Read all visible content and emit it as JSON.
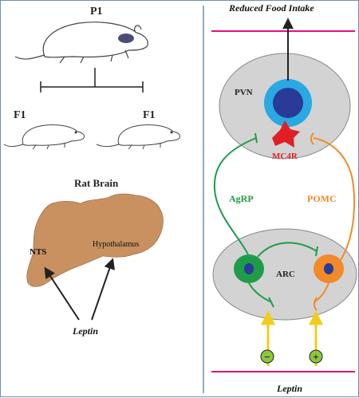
{
  "left_panel": {
    "parent_generation": "P1",
    "offspring_left": "F1",
    "offspring_right": "F1",
    "brain_title": "Rat Brain",
    "region_nts": "NTS",
    "region_hypothalamus": "Hypothalamus",
    "hormone": "Leptin"
  },
  "right_panel": {
    "top_output": "Reduced Food Intake",
    "nucleus_top": "PVN",
    "receptor": "MC4R",
    "pathway_left": "AgRP",
    "pathway_right": "POMC",
    "nucleus_bottom": "ARC",
    "sign_minus": "−",
    "sign_plus": "+",
    "bottom_input": "Leptin"
  },
  "colors": {
    "panel_border": "#6f8fb0",
    "nucleus_fill": "#d3d3d3",
    "membrane_line": "#e0107c",
    "pvn_cell_outer": "#29a9e1",
    "pvn_cell_inner": "#2a3a97",
    "receptor": "#e11e26",
    "agrp": "#1e9c48",
    "pomc": "#f28a2a",
    "leptin_arrow": "#f2cc1a",
    "sign_circle": "#8dc63f",
    "brain": "#c8915f",
    "mouse_eye": "#4b4b7a"
  }
}
